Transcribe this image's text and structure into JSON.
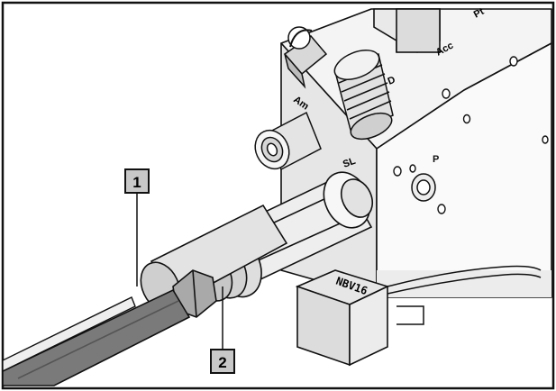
{
  "callouts": [
    {
      "number": "1"
    },
    {
      "number": "2"
    }
  ],
  "block_labels": {
    "am": "Am",
    "d": "D",
    "sl": "SL",
    "acc": "Acc",
    "model": "NBV16"
  },
  "colors": {
    "line": "#111111",
    "metal_light": "#f4f4f4",
    "metal_mid": "#d9d9d9",
    "metal_dark": "#b8b8b8",
    "hose": "#7a7a7a",
    "callout_fill": "#c8c8c8"
  }
}
